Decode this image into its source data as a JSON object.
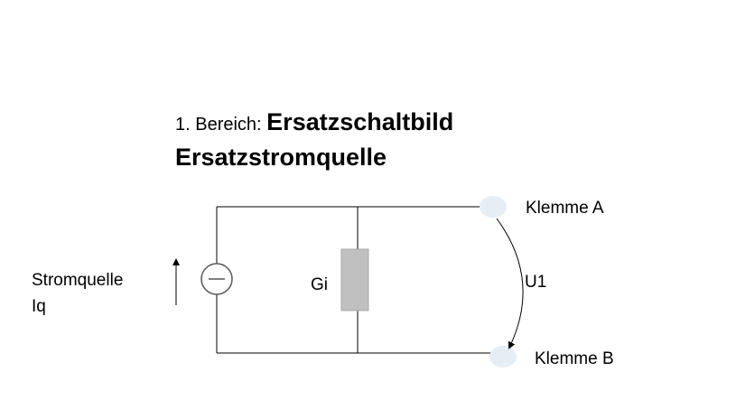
{
  "title": {
    "prefix": "1. Bereich: ",
    "line1_bold": "Ersatzschaltbild",
    "line2_bold": "Ersatzstromquelle"
  },
  "labels": {
    "source_line1": "Stromquelle",
    "source_line2": "Iq",
    "conductance": "Gi",
    "terminal_a": "Klemme A",
    "terminal_b": "Klemme B",
    "voltage": "U1"
  },
  "colors": {
    "wire": "#000000",
    "resistor_fill": "#c0c0c0",
    "terminal_fill": "#e6eef5",
    "source_stroke": "#555555"
  }
}
